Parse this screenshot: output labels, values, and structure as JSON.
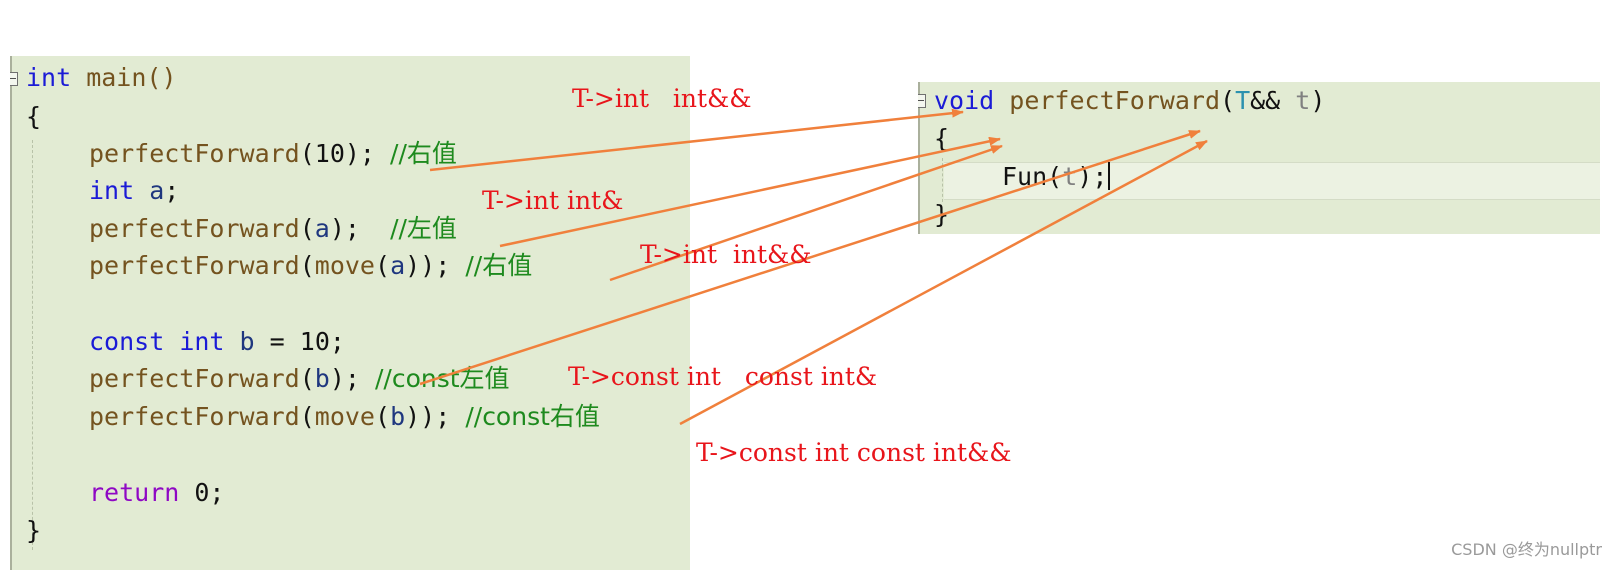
{
  "main_code": {
    "line1": {
      "kw": "int",
      "rest": " main()"
    },
    "line2": "{",
    "line3": {
      "fn": "perfectForward",
      "args": "(10); ",
      "comment": "//右值"
    },
    "line4": {
      "kw": "int",
      "rest": " ",
      "var": "a",
      "end": ";"
    },
    "line5": {
      "fn": "perfectForward",
      "open": "(",
      "var": "a",
      "close": ");  ",
      "comment": "//左值"
    },
    "line6": {
      "fn": "perfectForward",
      "open": "(",
      "fn2": "move",
      "open2": "(",
      "var": "a",
      "close": ")); ",
      "comment": "//右值"
    },
    "line7": {
      "kw1": "const",
      "kw2": "int",
      "var": "b",
      "rest": " = 10;"
    },
    "line8": {
      "fn": "perfectForward",
      "open": "(",
      "var": "b",
      "close": "); ",
      "comment": "//const左值"
    },
    "line9": {
      "fn": "perfectForward",
      "open": "(",
      "fn2": "move",
      "open2": "(",
      "var": "b",
      "close": ")); ",
      "comment": "//const右值"
    },
    "line10": {
      "kw": "return",
      "rest": " 0;"
    },
    "line11": "}"
  },
  "forward_code": {
    "line1": {
      "kw": "void",
      "fn": "perfectForward",
      "open": "(",
      "tparam": "T",
      "amp": "&& ",
      "param": "t",
      "close": ")"
    },
    "line2": "{",
    "line3": {
      "fn": "Fun(",
      "param": "t",
      "close": ");"
    },
    "line4": "}"
  },
  "annotations": [
    {
      "deduced": "T->int",
      "param_type": "int&&"
    },
    {
      "deduced": "T->int",
      "param_type": "int&"
    },
    {
      "deduced": "T->int",
      "param_type": "int&&"
    },
    {
      "deduced": "T->const int",
      "param_type": "const int&"
    },
    {
      "deduced": "T->const int",
      "param_type": "const int&&"
    }
  ],
  "colors": {
    "arrow": "#f0803c",
    "annotation": "#e8151b",
    "editor_bg": "#e2ebd3"
  },
  "watermark": "CSDN @终为nullptr"
}
